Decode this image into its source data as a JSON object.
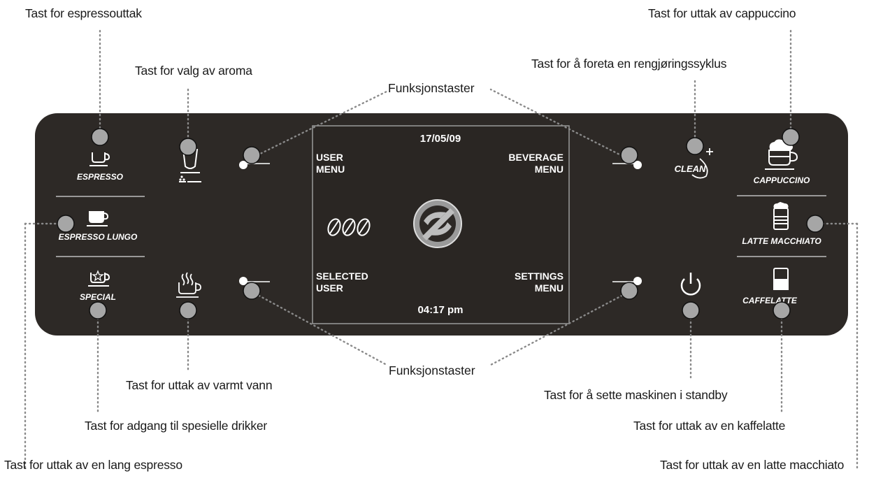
{
  "callouts": {
    "espresso": "Tast for espressouttak",
    "aroma": "Tast for valg av aroma",
    "function_keys_top": "Funksjonstaster",
    "clean": "Tast for å foreta en rengjøringssyklus",
    "cappuccino": "Tast for uttak av cappuccino",
    "hot_water": "Tast for uttak av varmt vann",
    "function_keys_bottom": "Funksjonstaster",
    "standby": "Tast for å sette maskinen i standby",
    "special": "Tast for adgang til spesielle drikker",
    "caffelatte": "Tast for uttak av en kaffelatte",
    "lungo": "Tast for uttak av en lang espresso",
    "latte_macchiato": "Tast for uttak av en latte macchiato"
  },
  "panel": {
    "left_labels": {
      "espresso": "ESPRESSO",
      "espresso_lungo": "ESPRESSO LUNGO",
      "special": "SPECIAL"
    },
    "right_labels": {
      "clean": "CLEAN",
      "cappuccino": "CAPPUCCINO",
      "latte_macchiato": "LATTE MACCHIATO",
      "caffelatte": "CAFFELATTE"
    },
    "display": {
      "date": "17/05/09",
      "user_menu_line1": "USER",
      "user_menu_line2": "MENU",
      "beverage_menu_line1": "BEVERAGE",
      "beverage_menu_line2": "MENU",
      "selected_user_line1": "SELECTED",
      "selected_user_line2": "USER",
      "settings_menu_line1": "SETTINGS",
      "settings_menu_line2": "MENU",
      "time": "04:17 pm"
    }
  },
  "colors": {
    "panel": "#2d2926",
    "panel_line": "#bdbdbd",
    "button": "#a6a6a6",
    "button_stroke": "#111111",
    "dotted_leader": "#8a8a8a",
    "display_text": "#ffffff"
  },
  "icons": [
    "espresso-cup-icon",
    "aroma-bean-icon",
    "lungo-cup-icon",
    "special-star-cup-icon",
    "hot-water-icon",
    "coffee-beans-icon",
    "brand-logo-icon",
    "clean-icon",
    "cappuccino-cup-icon",
    "latte-glass-icon",
    "caffelatte-glass-icon",
    "power-icon"
  ]
}
